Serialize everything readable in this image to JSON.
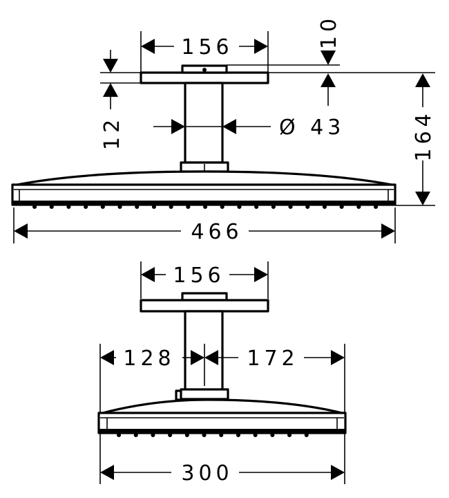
{
  "top_view": {
    "plate_width": "156",
    "cap_height": "10",
    "plate_thickness": "12",
    "pipe_diameter": "Ø 43",
    "total_height": "164",
    "head_width": "466"
  },
  "bottom_view": {
    "plate_width": "156",
    "offset_left": "128",
    "offset_right": "172",
    "head_width": "300"
  }
}
